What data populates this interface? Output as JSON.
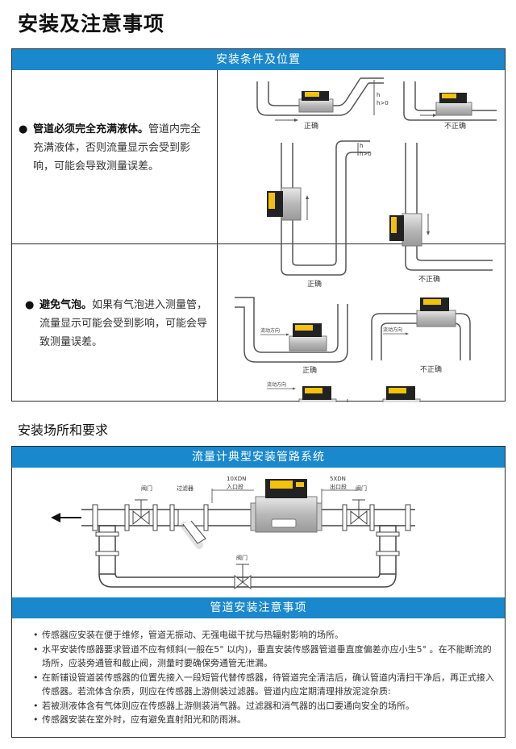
{
  "page_title": "安装及注意事项",
  "section1": {
    "band": "安装条件及位置",
    "item1": {
      "bold": "管道必须完全充满液体。",
      "text": "管道内完全充满液体，否则流量显示会受到影响，可能会导致测量误差。"
    },
    "item2": {
      "bold": "避免气泡。",
      "text": "如果有气泡进入测量管，流量显示可能会受到影响，可能会导致测量误差。"
    },
    "diagrams": {
      "correct": "正确",
      "incorrect": "不正确",
      "h_label": "h",
      "h_gt_zero": "h>0",
      "flow_direction": "流动方向"
    }
  },
  "section2": {
    "heading": "安装场所和要求",
    "band": "流量计典型安装管路系统",
    "labels": {
      "valve_left": "阀门",
      "filter": "过滤器",
      "inlet_len": "10XDN",
      "inlet": "入口段",
      "outlet_len": "5XDN",
      "outlet": "出口段",
      "valve_right": "阀门",
      "valve_bypass": "阀门"
    },
    "band2": "管道安装注意事项",
    "notes": [
      "传感器应安装在便于维修，管道无振动、无强电磁干扰与热辐射影响的场所。",
      "水平安装传感器要求管道不应有倾斜(一般在5° 以内)，垂直安装传感器管道垂直度偏差亦应小生5° 。在不能断流的场所，应装旁通管和截止阀，测量时要确保旁通管无泄漏。",
      "在新铺设管道装传感器的位置先接入一段短管代替传感器，待管道完全清洁后，确认管道内清扫干净后，再正式接入传感器。若流体含杂质，则应在传感器上游侧装过滤器。管道内应定期清理排放泥淀杂质:",
      "若被测液体含有气体则应在传感器上游侧装消气器。过滤器和消气器的出口要通向安全的场所。",
      "传感器安装在室外时，应有避免直射阳光和防雨淋。"
    ]
  },
  "colors": {
    "band_blue": "#1a88cc",
    "meter_yellow": "#f2c20c",
    "pipe_gray": "#8c8c8c"
  }
}
